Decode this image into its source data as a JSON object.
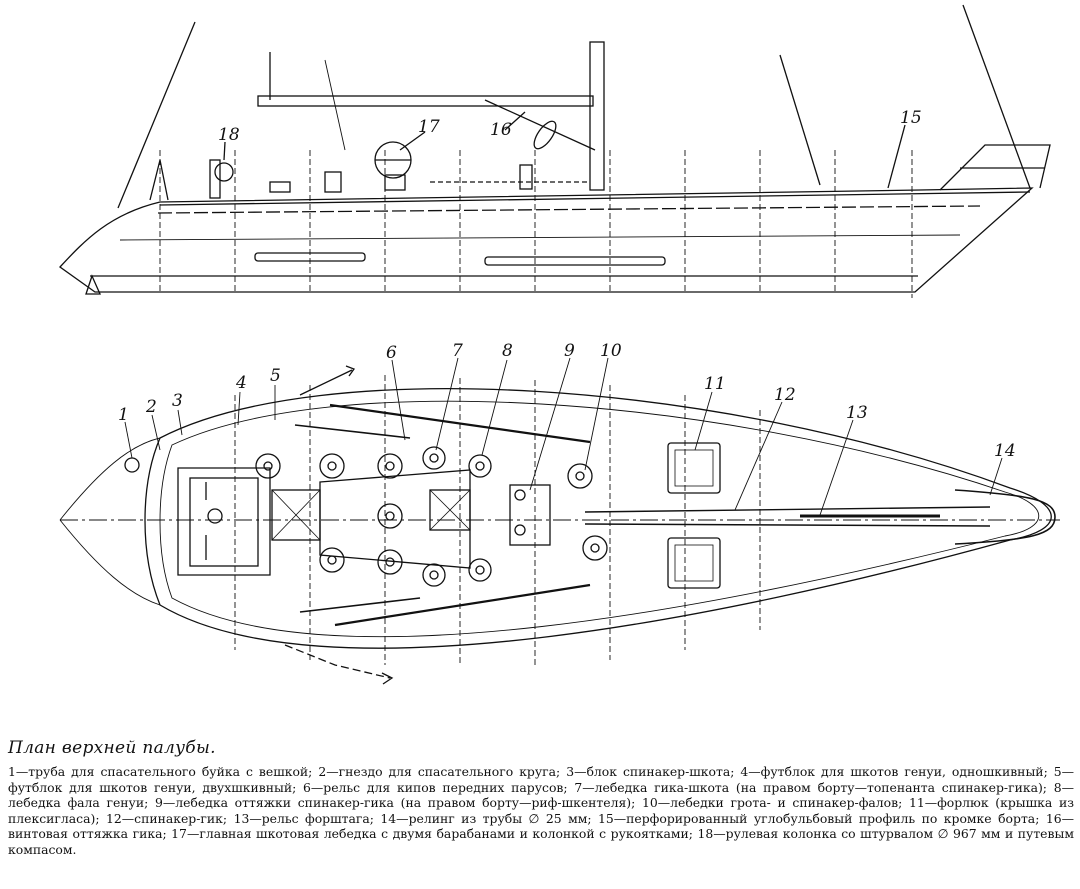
{
  "caption": {
    "title": "План верхней палубы.",
    "legend": "1—труба для спасательного буйка с вешкой; 2—гнездо для спасательного круга; 3—блок спинакер-шкота; 4—футблок для шкотов генуи, одношкивный; 5—футблок для шкотов генуи, двухшкивный; 6—рельс для кипов передних парусов; 7—лебедка гика-шкота (на правом борту—топенанта спинакер-гика); 8—лебедка фала генуи; 9—лебедка оттяжки спинакер-гика (на правом борту—риф-шкентеля); 10—лебедки грота- и спинакер-фалов; 11—форлюк (крышка из плексигласа); 12—спинакер-гик; 13—рельс форштага; 14—релинг из трубы ∅ 25 мм; 15—перфорированный углобульбовый профиль по кромке борта; 16—винтовая оттяжка гика; 17—главная шкотовая лебедка с двумя барабанами и колонкой с рукоятками; 18—рулевая колонка со штурвалом ∅ 967 мм и путевым компасом."
  },
  "callouts": {
    "side": [
      "18",
      "17",
      "16",
      "15"
    ],
    "plan": [
      "1",
      "2",
      "3",
      "4",
      "5",
      "6",
      "7",
      "8",
      "9",
      "10",
      "11",
      "12",
      "13",
      "14"
    ]
  },
  "colors": {
    "ink": "#111111",
    "paper": "#ffffff"
  }
}
